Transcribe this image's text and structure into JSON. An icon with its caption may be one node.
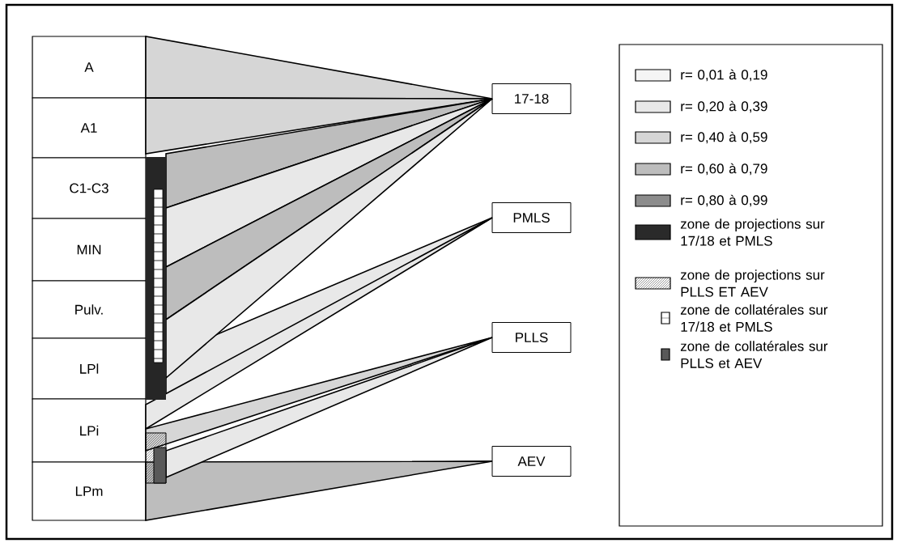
{
  "diagram": {
    "nodes": [
      {
        "text": [
          "A"
        ]
      },
      {
        "text": [
          "A1"
        ]
      },
      {
        "text": [
          "C1-C3"
        ]
      },
      {
        "text": [
          "MIN"
        ]
      },
      {
        "text": [
          "Pulv."
        ]
      },
      {
        "text": [
          "LPl"
        ]
      },
      {
        "text": [
          "LPi"
        ]
      },
      {
        "text": [
          "LPm"
        ]
      },
      {
        "text": [
          "17-18"
        ]
      },
      {
        "text": [
          "PMLS"
        ]
      },
      {
        "text": [
          "PLLS"
        ]
      },
      {
        "text": [
          "AEV"
        ]
      }
    ],
    "edges": [
      {
        "from": 5,
        "to": 9,
        "arrow": "none",
        "color": "#e8e8e8"
      },
      {
        "from": 6,
        "to": 9,
        "arrow": "none",
        "color": "#e8e8e8"
      },
      {
        "from": 0,
        "to": 8,
        "arrow": "none",
        "color": "#d6d6d6"
      },
      {
        "from": 1,
        "to": 8,
        "arrow": "none",
        "color": "#d6d6d6"
      },
      {
        "from": 2,
        "to": 8,
        "arrow": "none",
        "color": "#bdbdbd"
      },
      {
        "from": 3,
        "to": 8,
        "arrow": "none",
        "color": "#e8e8e8"
      },
      {
        "from": 4,
        "to": 8,
        "arrow": "none",
        "color": "#bdbdbd"
      },
      {
        "from": 5,
        "to": 8,
        "arrow": "none",
        "color": "#e8e8e8"
      },
      {
        "from": 6,
        "to": 11,
        "arrow": "none",
        "color": "#e8e8e8"
      },
      {
        "from": 7,
        "to": 11,
        "arrow": "none",
        "color": "#bdbdbd"
      },
      {
        "from": 6,
        "to": 10,
        "arrow": "none",
        "color": "#d6d6d6"
      },
      {
        "from": 7,
        "to": 10,
        "arrow": "none",
        "color": "#e8e8e8"
      }
    ],
    "legend": [
      {
        "text": "r= 0,01 à 0,19",
        "color": "#f5f5f5"
      },
      {
        "text": "r= 0,20 à 0,39",
        "color": "#e8e8e8"
      },
      {
        "text": "r= 0,40 à 0,59",
        "color": "#d6d6d6"
      },
      {
        "text": "r= 0,60 à 0,79",
        "color": "#bdbdbd"
      },
      {
        "text": "r= 0,80 à 0,99",
        "color": "#8c8c8c"
      },
      {
        "text": "zone de projections sur 17/18 et PMLS",
        "color": "#2a2a2a"
      },
      {
        "text": "zone de projections sur PLLS ET AEV"
      },
      {
        "text": "zone de collatérales sur 17/18 et PMLS"
      },
      {
        "text": "zone de collatérales sur PLLS et AEV"
      }
    ]
  }
}
